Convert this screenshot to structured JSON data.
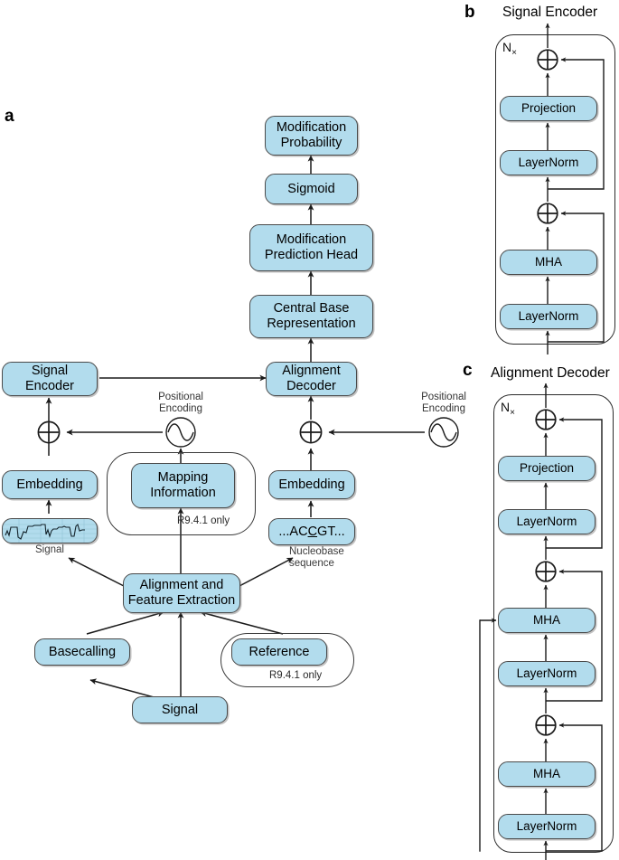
{
  "figure": {
    "panels": [
      {
        "letter": "a",
        "title": ""
      },
      {
        "letter": "b",
        "title": "Signal Encoder"
      },
      {
        "letter": "c",
        "title": "Alignment Decoder"
      }
    ],
    "colors": {
      "node_fill": "#b2dced",
      "node_stroke": "#4a4a4a",
      "line": "#1a1a1a",
      "background": "#ffffff",
      "caption_text": "#3a3a3a"
    }
  },
  "panel_a": {
    "letter": "a",
    "nodes": {
      "modification_probability": "Modification\nProbability",
      "modification_probability_l1": "Modification",
      "modification_probability_l2": "Probability",
      "sigmoid": "Sigmoid",
      "modification_prediction_head_l1": "Modification",
      "modification_prediction_head_l2": "Prediction Head",
      "central_base_representation_l1": "Central Base",
      "central_base_representation_l2": "Representation",
      "alignment_decoder_l1": "Alignment",
      "alignment_decoder_l2": "Decoder",
      "signal_encoder_l1": "Signal",
      "signal_encoder_l2": "Encoder",
      "embedding_left": "Embedding",
      "embedding_right": "Embedding",
      "mapping_information_l1": "Mapping",
      "mapping_information_l2": "Information",
      "nucleobase_seq_pre": "...AC",
      "nucleobase_seq_mid": "C",
      "nucleobase_seq_post": "GT...",
      "alignment_feature_extraction_l1": "Alignment and",
      "alignment_feature_extraction_l2": "Feature Extraction",
      "basecalling": "Basecalling",
      "reference": "Reference",
      "signal_bottom": "Signal"
    },
    "captions": {
      "positional_encoding_left_l1": "Positional",
      "positional_encoding_left_l2": "Encoding",
      "positional_encoding_right_l1": "Positional",
      "positional_encoding_right_l2": "Encoding",
      "signal_label": "Signal",
      "nucleobase_label_l1": "Nucleobase",
      "nucleobase_label_l2": "sequence",
      "r941_only_mapping": "R9.4.1 only",
      "r941_only_reference": "R9.4.1 only"
    },
    "icons": {
      "positional_encoding": "sine-wave-circle-icon",
      "add": "plus-circle-icon",
      "signal_trace": "signal-waveform-icon"
    }
  },
  "panel_b": {
    "letter": "b",
    "title": "Signal Encoder",
    "repeat_label": "N",
    "repeat_suffix": "×",
    "blocks": [
      {
        "label": "Projection"
      },
      {
        "label": "LayerNorm"
      },
      {
        "label": "MHA"
      },
      {
        "label": "LayerNorm"
      }
    ],
    "adders": [
      "plus-circle-icon",
      "plus-circle-icon"
    ]
  },
  "panel_c": {
    "letter": "c",
    "title": "Alignment Decoder",
    "repeat_label": "N",
    "repeat_suffix": "×",
    "blocks": [
      {
        "label": "Projection"
      },
      {
        "label": "LayerNorm"
      },
      {
        "label": "MHA"
      },
      {
        "label": "LayerNorm"
      },
      {
        "label": "MHA"
      },
      {
        "label": "LayerNorm"
      }
    ],
    "adders": [
      "plus-circle-icon",
      "plus-circle-icon",
      "plus-circle-icon"
    ]
  }
}
